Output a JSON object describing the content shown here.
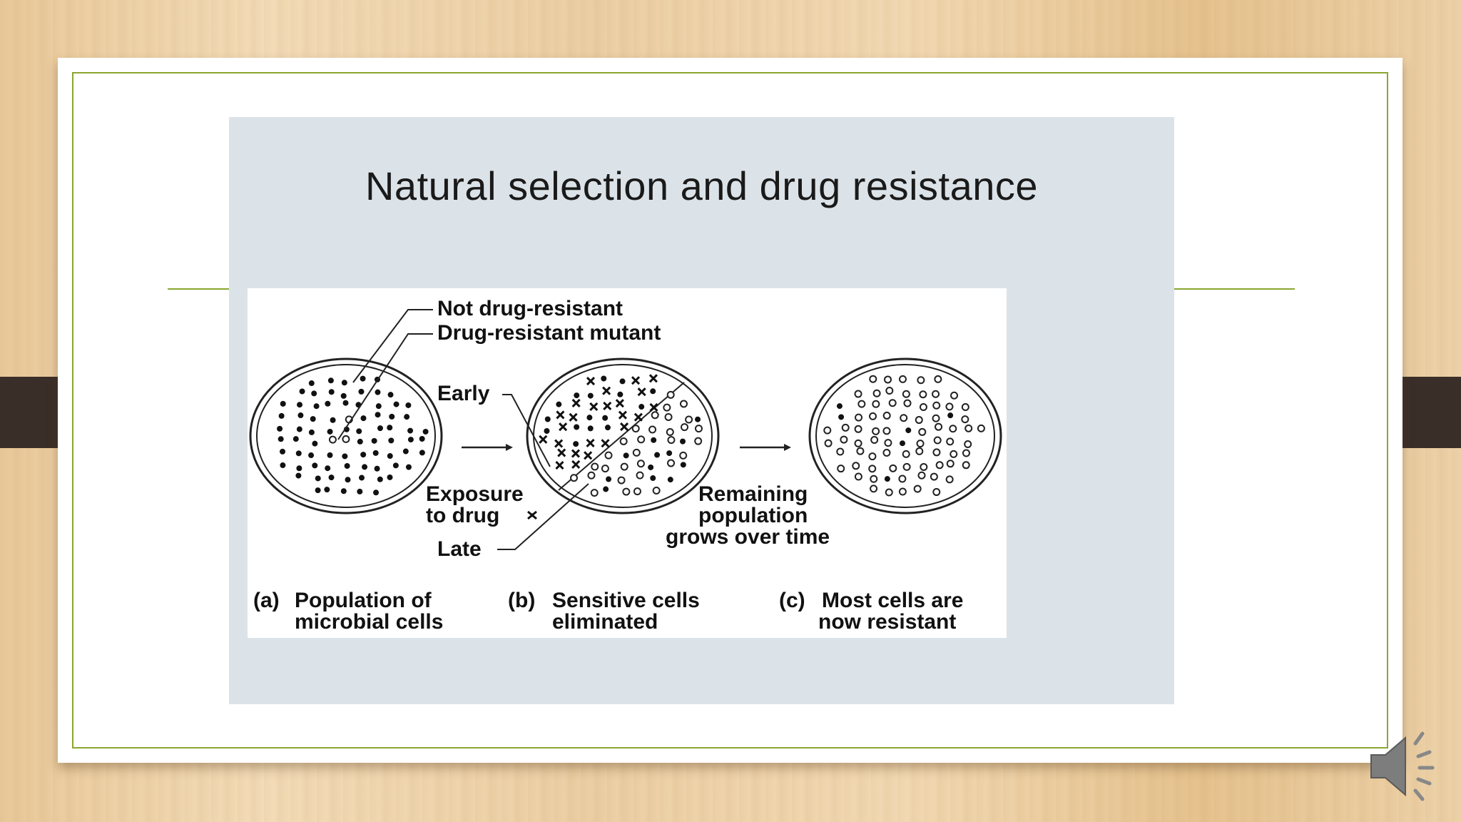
{
  "slide": {
    "title": "Natural selection and drug resistance"
  },
  "figure": {
    "labels": {
      "not_resistant": "Not drug-resistant",
      "resistant_mutant": "Drug-resistant mutant",
      "early": "Early",
      "exposure_line1": "Exposure",
      "exposure_line2": "to drug",
      "late": "Late",
      "remaining_line1": "Remaining",
      "remaining_line2": "population",
      "remaining_line3": "grows over time"
    },
    "captions": {
      "a_tag": "(a)",
      "a_line1": "Population of",
      "a_line2": "microbial cells",
      "b_tag": "(b)",
      "b_line1": "Sensitive cells",
      "b_line2": "eliminated",
      "c_tag": "(c)",
      "c_line1": "Most cells are",
      "c_line2": "now resistant"
    }
  },
  "colors": {
    "accent_green": "#8aa630",
    "panel_bg": "#dce3e8",
    "dark_tab": "#3a2e28"
  },
  "icons": {
    "speaker": "speaker-volume-icon"
  }
}
